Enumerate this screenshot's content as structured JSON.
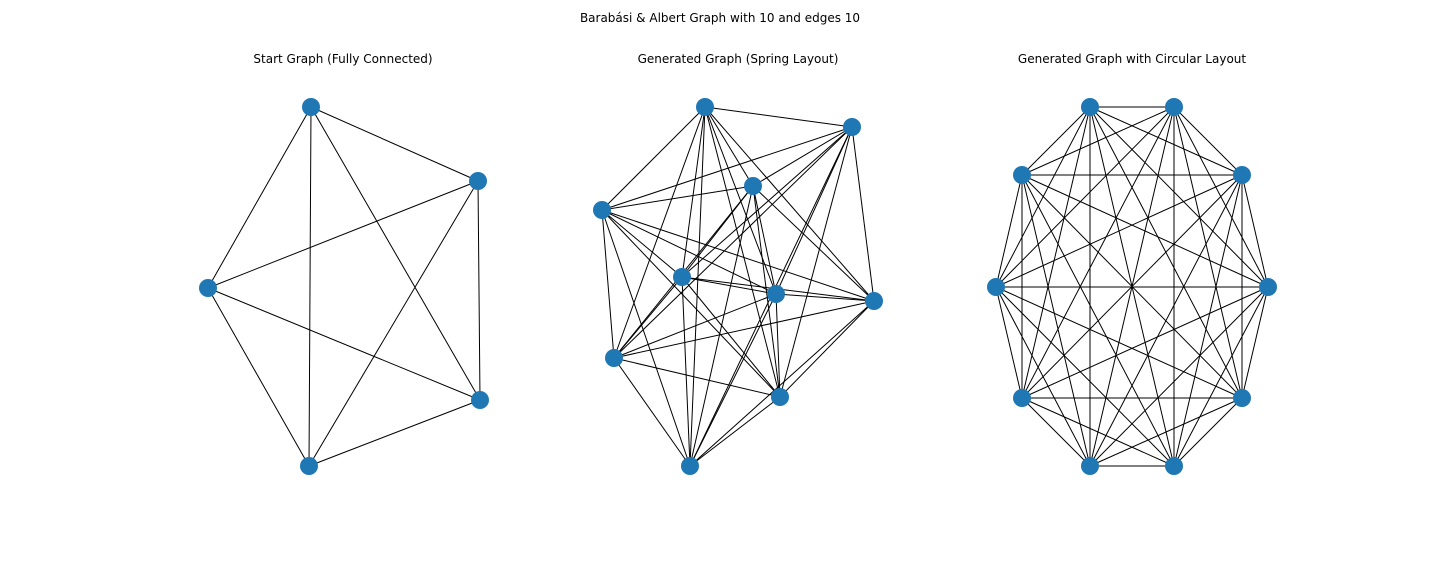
{
  "figure": {
    "title": "Barabási & Albert Graph with 10 and edges 10"
  },
  "colors": {
    "node": "#1f77b4",
    "edge": "#000000",
    "background": "#ffffff"
  },
  "panels": [
    {
      "title": "Start Graph (Fully Connected)",
      "layout": "circular",
      "node_count": 5,
      "edges": "complete"
    },
    {
      "title": "Generated Graph (Spring Layout)",
      "layout": "spring",
      "node_count": 10,
      "edges": "complete"
    },
    {
      "title": "Generated Graph with Circular Layout",
      "layout": "circular",
      "node_count": 10,
      "edges": "complete"
    }
  ]
}
